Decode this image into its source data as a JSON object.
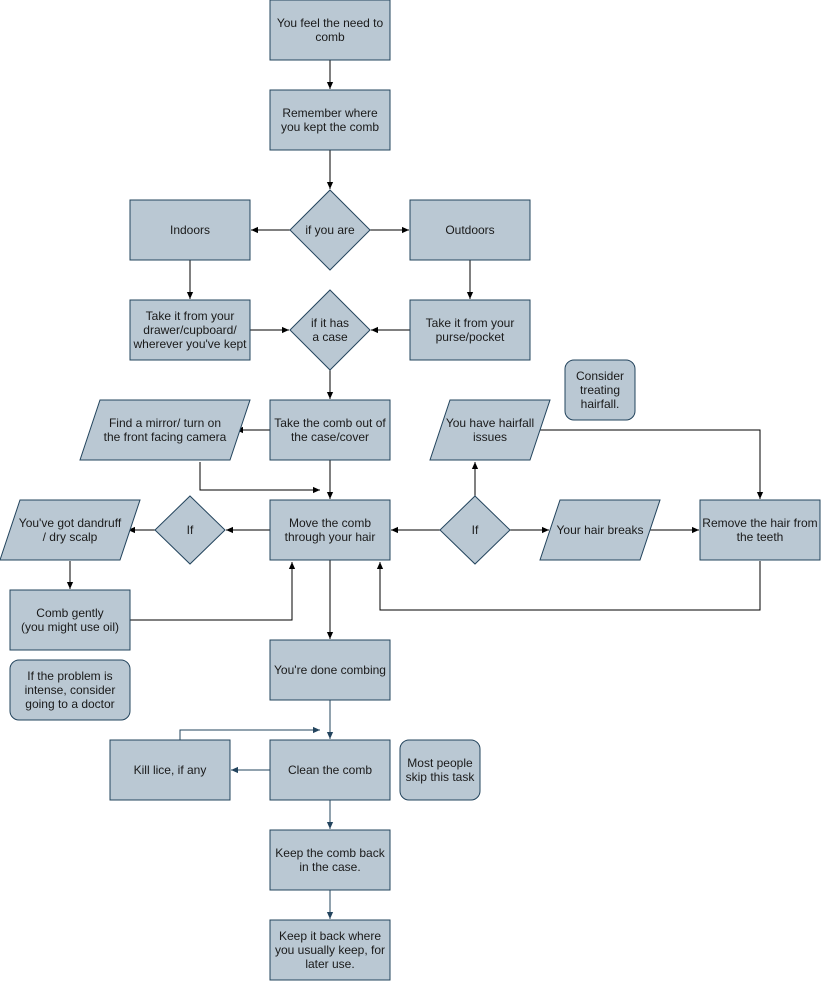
{
  "colors": {
    "fill": "#bac8d3",
    "stroke": "#23445d",
    "edge": "#000000",
    "edge_alt": "#23445d"
  },
  "nodes": {
    "start": "You feel the need to\ncomb",
    "remember": "Remember where\nyou kept the comb",
    "if_you_are": "if you are",
    "indoors": "Indoors",
    "outdoors": "Outdoors",
    "take_drawer": "Take it from your\ndrawer/cupboard/\nwherever you've kept",
    "if_case": "if it has\na case",
    "take_purse": "Take it from your\npurse/pocket",
    "consider_hairfall": "Consider\ntreating\nhairfall.",
    "find_mirror": "Find a mirror/ turn on\nthe front facing camera",
    "take_out": "Take the comb out of\nthe case/cover",
    "hairfall_issues": "You have hairfall\nissues",
    "dandruff": "You've got dandruff\n/ dry scalp",
    "if_left": "If",
    "move_comb": "Move the comb\nthrough your hair",
    "if_right": "If",
    "hair_breaks": "Your hair breaks",
    "remove_hair": "Remove the hair from\nthe teeth",
    "comb_gently": "Comb gently\n(you might use oil)",
    "doctor_note": "If the problem is\nintense, consider\ngoing to a doctor",
    "done": "You're done combing",
    "kill_lice": "Kill lice, if any",
    "clean": "Clean the comb",
    "skip_note": "Most people\nskip this task",
    "keep_case": "Keep the comb back\nin the case.",
    "keep_back": "Keep it back where\nyou usually keep, for\nlater use."
  }
}
